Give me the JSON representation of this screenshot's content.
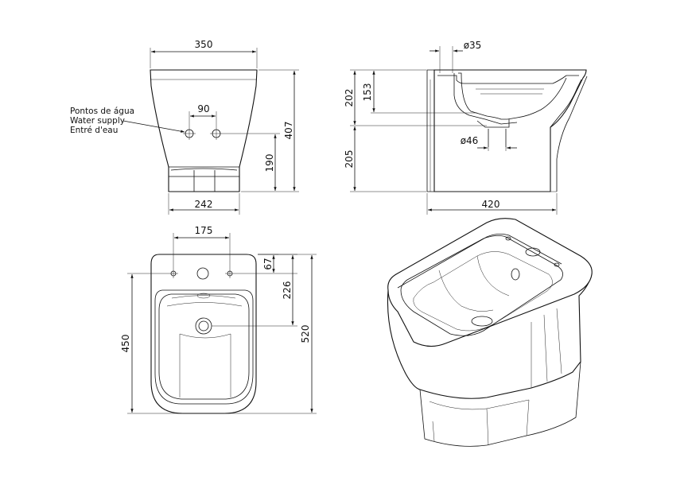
{
  "note": {
    "lines": [
      "Pontos de água",
      "Water supply",
      "Entré d'eau"
    ]
  },
  "front_view": {
    "width_top": "350",
    "supply_spacing": "90",
    "supply_height": "190",
    "height": "407",
    "base_width": "242"
  },
  "side_view": {
    "pipe_diameter": "ø35",
    "upper_height": "202",
    "upper_inner": "153",
    "outlet_diameter": "ø46",
    "lower_height": "205",
    "depth": "420"
  },
  "plan_view": {
    "hole_spacing": "175",
    "offset_67": "67",
    "offset_226": "226",
    "width_450": "450",
    "length_520": "520"
  }
}
